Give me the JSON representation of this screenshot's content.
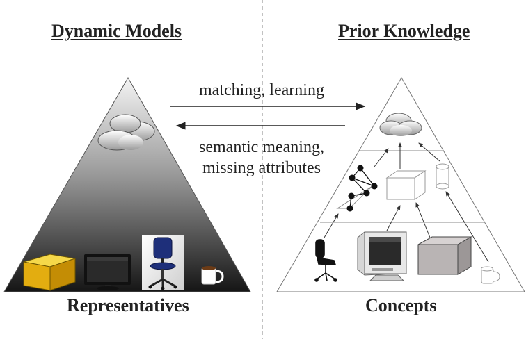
{
  "headings": {
    "left": "Dynamic Models",
    "right": "Prior Knowledge"
  },
  "captions": {
    "left": "Representatives",
    "right": "Concepts"
  },
  "arrows": {
    "forward_label": "matching, learning",
    "backward_label_line1": "semantic meaning,",
    "backward_label_line2": "missing attributes"
  },
  "left_pyramid": {
    "objects": [
      "cloud-icon",
      "box-icon",
      "monitor-icon",
      "office-chair-icon",
      "mug-icon"
    ],
    "gradient_colors": [
      "#f2f2f2",
      "#1a1a1a"
    ]
  },
  "right_pyramid": {
    "levels": 3,
    "objects": [
      "cloud-icon",
      "graph-icon",
      "wireframe-box-icon",
      "cylinder-icon",
      "chair-icon",
      "crt-monitor-icon",
      "box-icon",
      "mug-icon"
    ]
  }
}
